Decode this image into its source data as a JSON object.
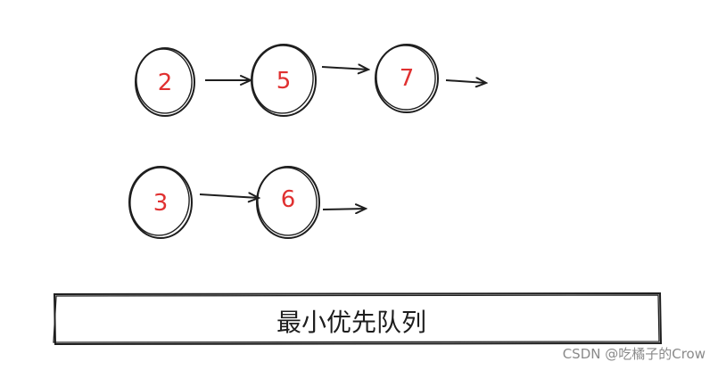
{
  "diagram": {
    "lists": [
      {
        "nodes": [
          "2",
          "5",
          "7"
        ]
      },
      {
        "nodes": [
          "3",
          "6"
        ]
      }
    ],
    "queue_label": "最小优先队列",
    "node_text_color": "#e03131",
    "stroke_color": "#1e1e1e"
  },
  "watermark": "CSDN @吃橘子的Crow"
}
